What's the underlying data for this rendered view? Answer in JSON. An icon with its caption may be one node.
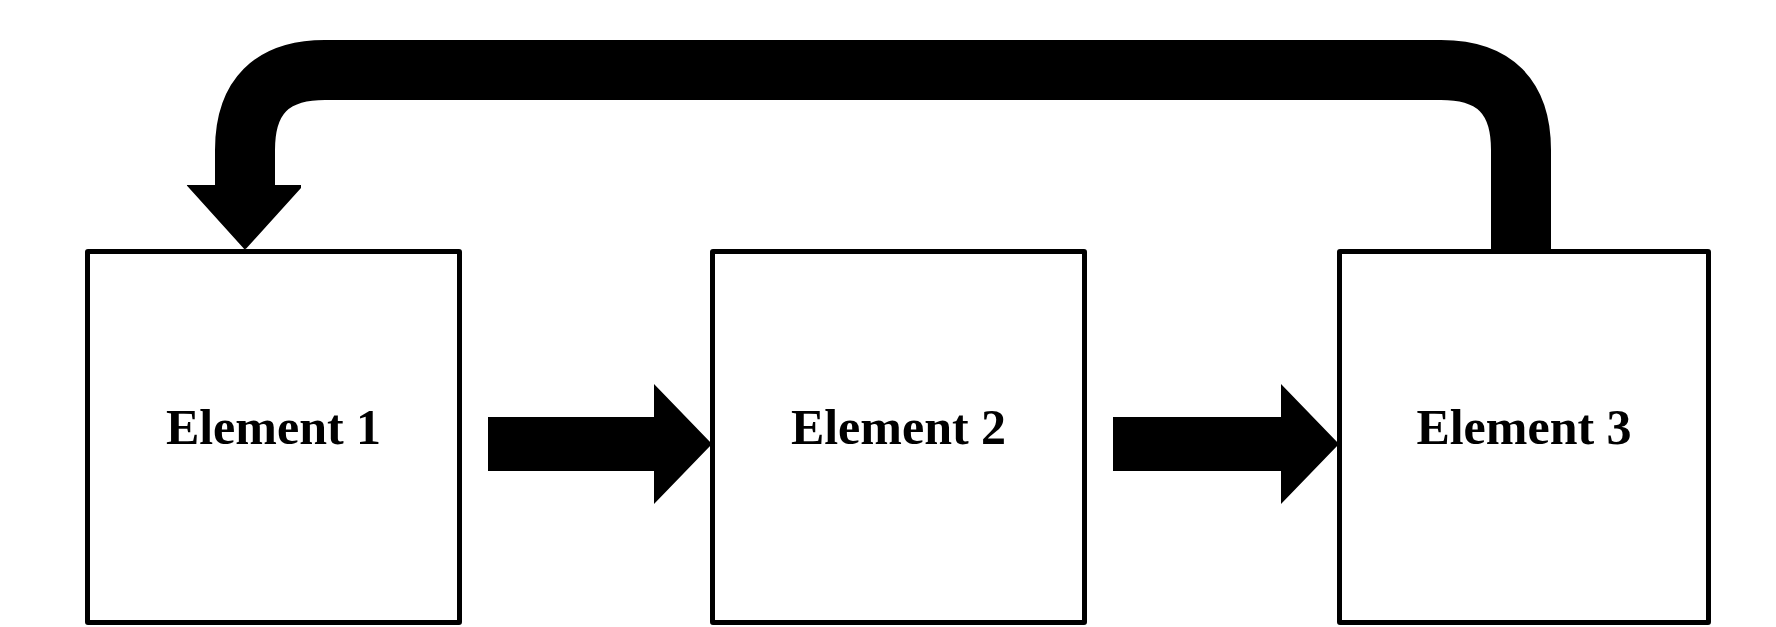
{
  "diagram": {
    "nodes": [
      {
        "text": [
          "Element 1"
        ]
      },
      {
        "text": [
          "Element 2"
        ]
      },
      {
        "text": [
          "Element 3"
        ]
      }
    ],
    "edges": [
      {
        "from": 0,
        "to": 1,
        "arrow": "to"
      },
      {
        "from": 1,
        "to": 2,
        "arrow": "to"
      },
      {
        "from": 2,
        "to": 0,
        "arrow": "to"
      }
    ]
  }
}
